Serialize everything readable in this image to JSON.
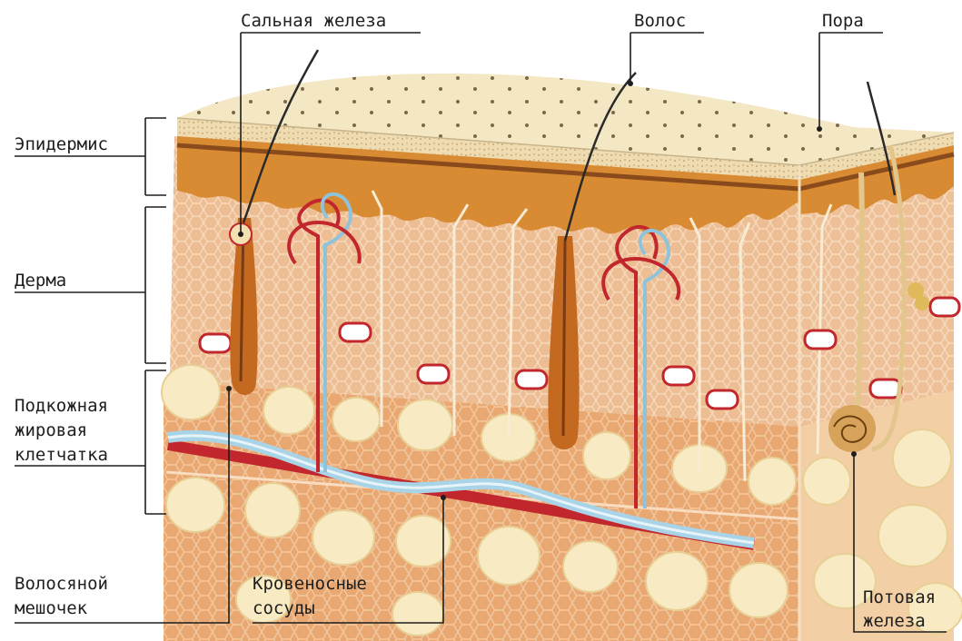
{
  "diagram": {
    "labels": {
      "sebaceous_gland": "Сальная железа",
      "hair": "Волос",
      "pore": "Пора",
      "epidermis": "Эпидермис",
      "dermis": "Дерма",
      "subcutaneous_1": "Подкожная",
      "subcutaneous_2": "жировая",
      "subcutaneous_3": "клетчатка",
      "hair_follicle_1": "Волосяной",
      "hair_follicle_2": "мешочек",
      "blood_vessels_1": "Кровеносные",
      "blood_vessels_2": "сосуды",
      "sweat_gland_1": "Потовая",
      "sweat_gland_2": "железа"
    },
    "colors": {
      "epidermis_surface": "#f3e6c2",
      "epidermis_basal": "#d98b33",
      "dermis": "#ebb98f",
      "subcutaneous": "#eaa46e",
      "fat_lobule": "#f8eac2",
      "artery": "#c1272d",
      "vein": "#a9d3e6",
      "leader_line": "#1e1e1e"
    }
  }
}
